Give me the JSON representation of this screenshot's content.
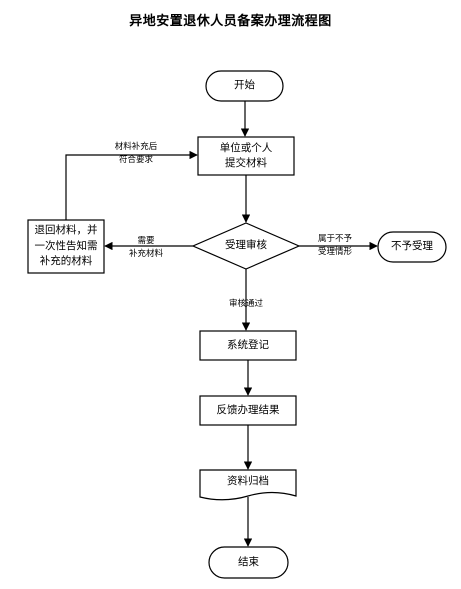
{
  "title": "异地安置退休人员备案办理流程图",
  "nodes": {
    "start": "开始",
    "submit": [
      "单位或个人",
      "提交材料"
    ],
    "review": "受理审核",
    "reject": "不予受理",
    "return": [
      "退回材料，并",
      "一次性告知需",
      "补充的材料"
    ],
    "register": "系统登记",
    "feedback": "反馈办理结果",
    "archive": "资料归档",
    "end": "结束"
  },
  "edge_labels": {
    "resubmit": [
      "材料补充后",
      "符合要求"
    ],
    "need_more": [
      "需要",
      "补充材料"
    ],
    "not_eligible": [
      "属于不予",
      "受理情形"
    ],
    "approved": "审核通过"
  },
  "colors": {
    "stroke": "#000000",
    "fill": "#ffffff",
    "text": "#000000"
  }
}
